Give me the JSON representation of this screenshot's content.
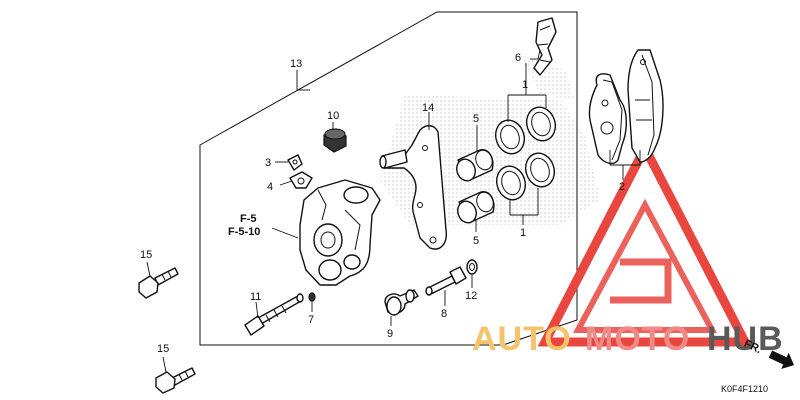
{
  "diagram": {
    "part_labels": {
      "p1_top": "1",
      "p1_bottom": "1",
      "p2": "2",
      "p3": "3",
      "p4": "4",
      "p5_top": "5",
      "p5_bottom": "5",
      "p6": "6",
      "p7": "7",
      "p8": "8",
      "p9": "9",
      "p10": "10",
      "p11": "11",
      "p12": "12",
      "p13": "13",
      "p14": "14",
      "p15_top": "15",
      "p15_bottom": "15"
    },
    "ref_labels": {
      "f5": "F-5",
      "f5_10": "F-5-10"
    },
    "direction_label": "FR.",
    "diagram_code": "K0F4F1210"
  },
  "watermark": {
    "text_part1": "AUTO",
    "text_part2": "MOTO",
    "text_part3": "HUB",
    "color_auto": "#f5c46a",
    "color_moto": "#f08a86",
    "color_hub": "#5a5a5a",
    "logo_color": "#e8463f"
  }
}
